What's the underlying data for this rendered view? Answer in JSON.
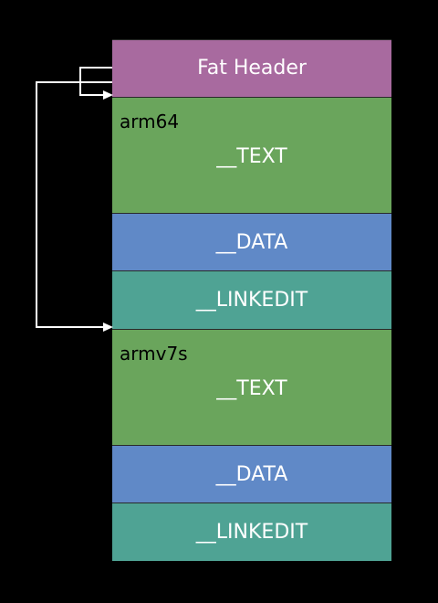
{
  "colors": {
    "background": "#000000",
    "fat_header": "#a86a9f",
    "text_segment": "#6aa55c",
    "data_segment": "#6089c7",
    "linkedit_segment": "#4fa394",
    "arrow": "#ffffff"
  },
  "fat_header": {
    "label": "Fat Header"
  },
  "arm64": {
    "arch": "arm64",
    "text": "__TEXT",
    "data": "__DATA",
    "linkedit": "__LINKEDIT"
  },
  "armv7s": {
    "arch": "armv7s",
    "text": "__TEXT",
    "data": "__DATA",
    "linkedit": "__LINKEDIT"
  },
  "icons": [
    "arrow-to-arm64-icon",
    "arrow-to-armv7s-icon"
  ]
}
